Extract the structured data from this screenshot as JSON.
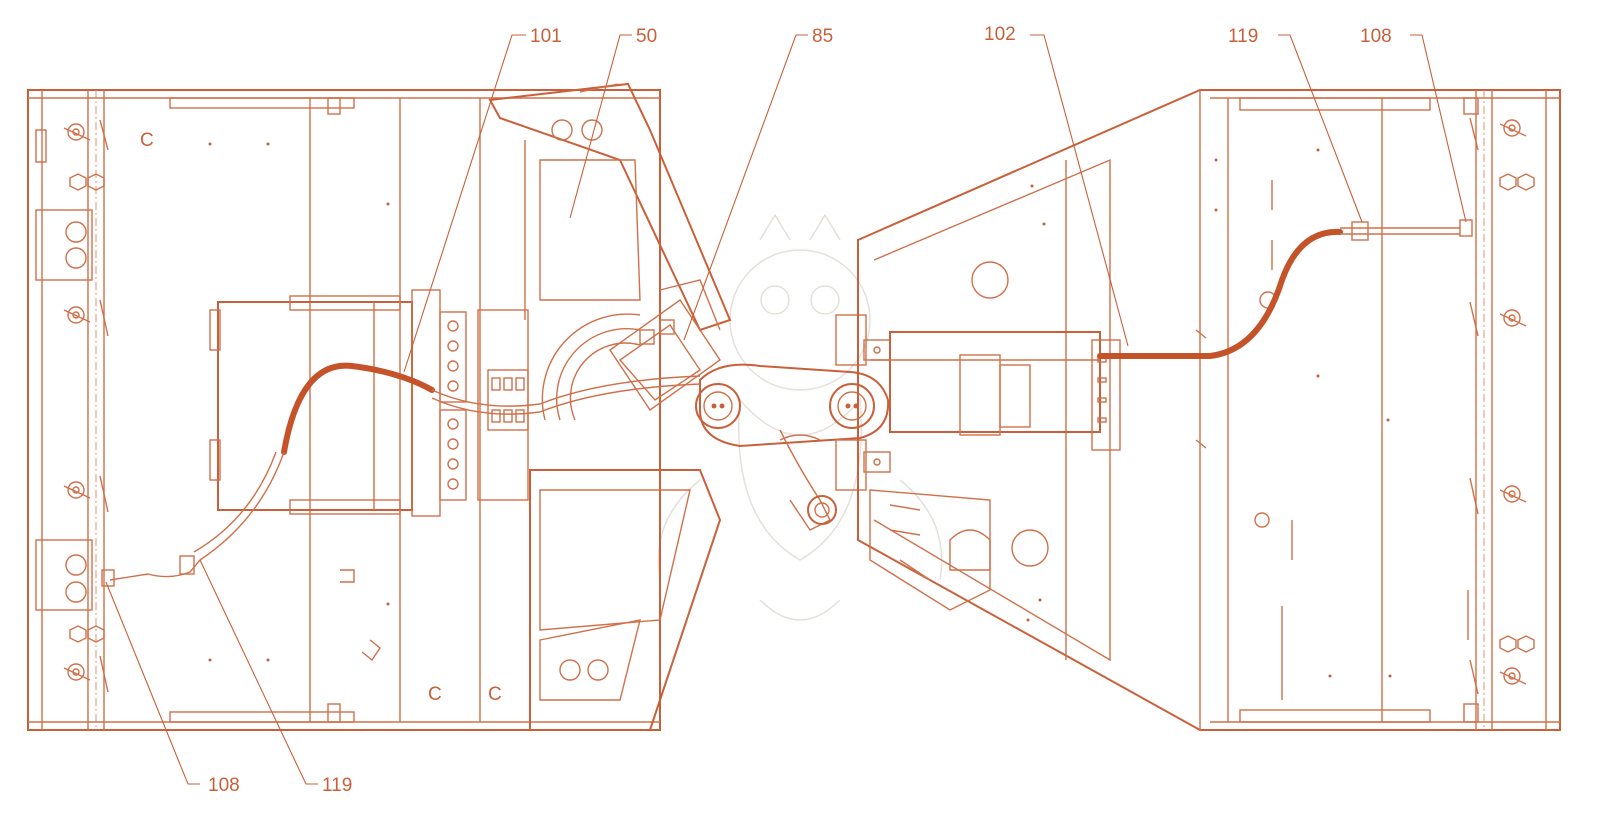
{
  "figure": {
    "reference_numerals": {
      "top_101": "101",
      "top_50": "50",
      "top_85": "85",
      "top_102": "102",
      "top_119": "119",
      "top_108": "108",
      "bottom_108": "108",
      "bottom_119": "119"
    },
    "colors": {
      "line": "#d0704a",
      "hose": "#c4532a",
      "background": "#ffffff"
    },
    "frame_letter": "C"
  }
}
